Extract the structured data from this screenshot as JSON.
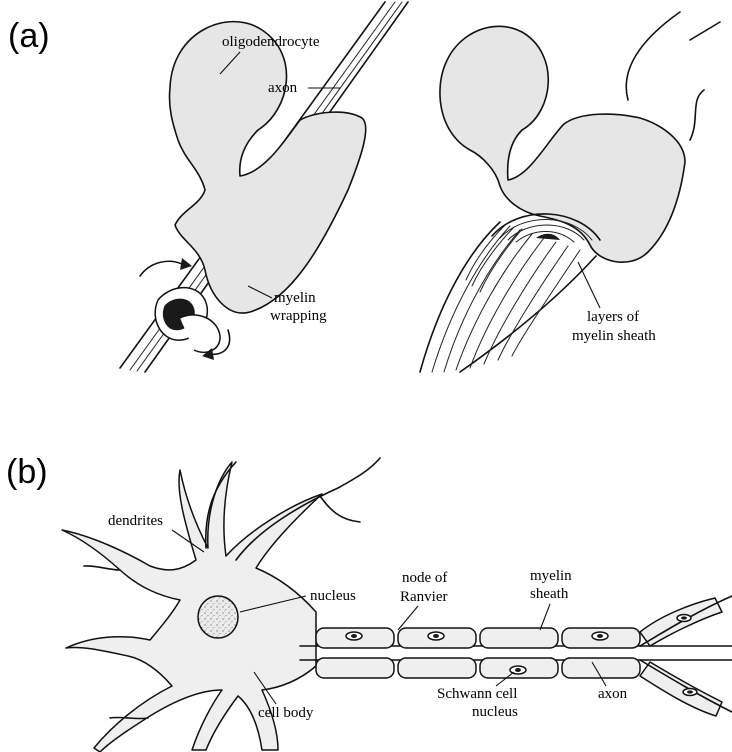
{
  "panel_a": {
    "tag": "(a)",
    "labels": {
      "oligodendrocyte": "oligodendrocyte",
      "axon": "axon",
      "myelin_wrapping_1": "myelin",
      "myelin_wrapping_2": "wrapping",
      "layers_1": "layers of",
      "layers_2": "myelin sheath"
    }
  },
  "panel_b": {
    "tag": "(b)",
    "labels": {
      "dendrites": "dendrites",
      "nucleus": "nucleus",
      "node_1": "node of",
      "node_2": "Ranvier",
      "sheath_1": "myelin",
      "sheath_2": "sheath",
      "cell_body": "cell body",
      "schwann_1": "Schwann cell",
      "schwann_2": "nucleus",
      "axon": "axon"
    }
  }
}
